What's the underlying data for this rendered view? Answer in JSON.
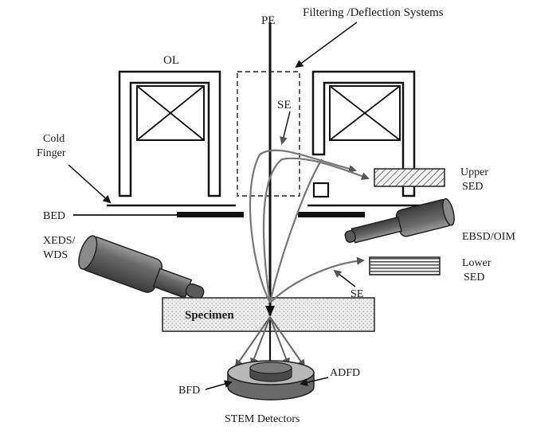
{
  "diagram": {
    "labels": {
      "pe": "PE",
      "filtering": "Filtering /Deflection Systems",
      "ol": "OL",
      "se_top": "SE",
      "cold_finger_1": "Cold",
      "cold_finger_2": "Finger",
      "upper_sed_1": "Upper",
      "upper_sed_2": "SED",
      "bed": "BED",
      "xeds_1": "XEDS/",
      "xeds_2": "WDS",
      "ebsd": "EBSD/OIM",
      "lower_sed_1": "Lower",
      "lower_sed_2": "SED",
      "se_bottom": "SE",
      "specimen": "Specimen",
      "bfd": "BFD",
      "adfd": "ADFD",
      "stem": "STEM Detectors"
    },
    "colors": {
      "line": "#111111",
      "specimen_fill": "#e6e6e6",
      "detector_dark": "#5a5a5a",
      "detector_mid": "#8a8a8a",
      "trajectory": "#7a7a7a",
      "hatch": "#555555"
    }
  }
}
